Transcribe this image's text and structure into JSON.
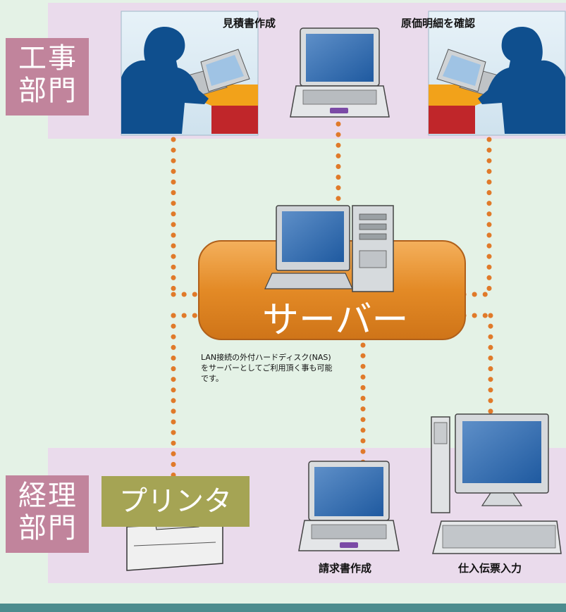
{
  "departments": {
    "construction": [
      "工事",
      "部門"
    ],
    "accounting": [
      "経理",
      "部門"
    ]
  },
  "captions": {
    "estimate": "見積書作成",
    "cost_check": "原価明細を確認",
    "invoice": "請求書作成",
    "voucher": "仕入伝票入力"
  },
  "server": {
    "label": "サーバー",
    "note": [
      "LAN接続の外付ハードディスク(NAS)",
      "をサーバーとしてご利用頂く事も可能",
      "です。"
    ]
  },
  "printer": {
    "label": "プリンタ"
  },
  "colors": {
    "background": "#e4f2e6",
    "band": "#eadbec",
    "department": "#c1849c",
    "server_box": "#e38a26",
    "printer_box": "#a5a454",
    "lan_dots": "#e07a2a",
    "footer": "#4c8c8e"
  },
  "icons": [
    "person-at-laptop",
    "laptop",
    "desktop-server",
    "printer",
    "desktop-pc"
  ]
}
